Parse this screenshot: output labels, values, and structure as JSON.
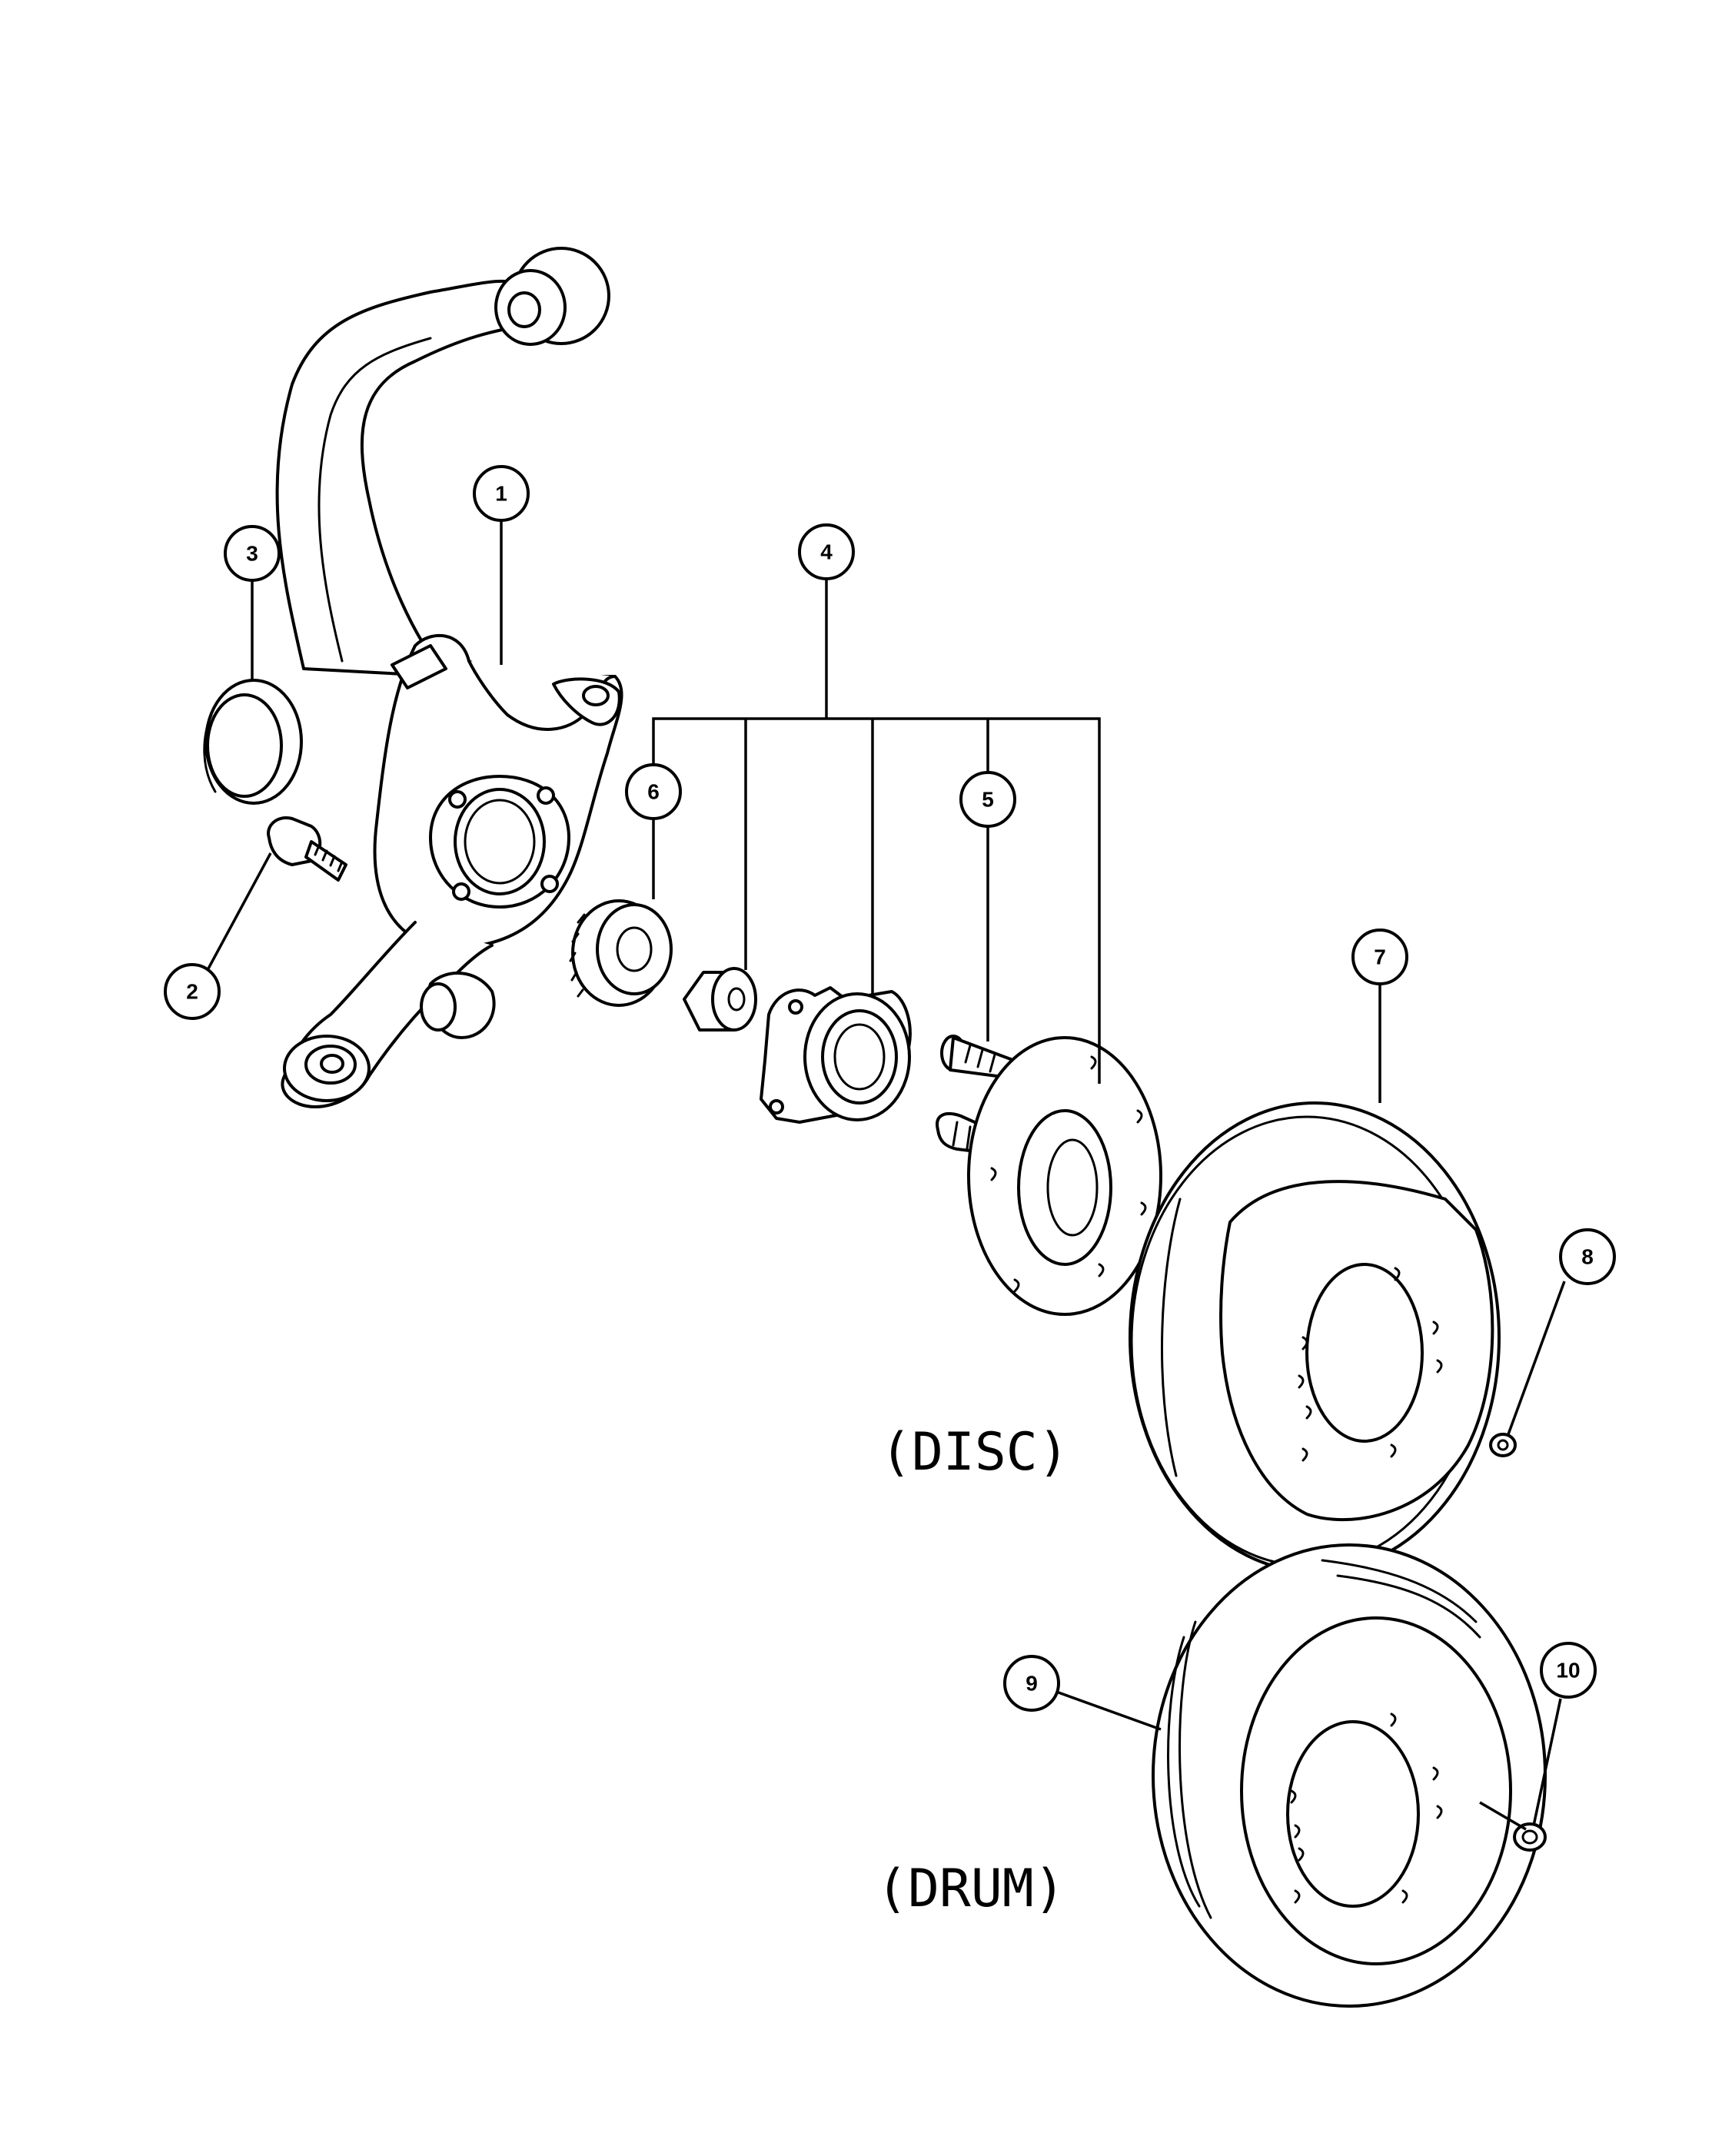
{
  "callouts": [
    {
      "id": "callout-1",
      "label": "1"
    },
    {
      "id": "callout-2",
      "label": "2"
    },
    {
      "id": "callout-3",
      "label": "3"
    },
    {
      "id": "callout-4",
      "label": "4"
    },
    {
      "id": "callout-5",
      "label": "5"
    },
    {
      "id": "callout-6",
      "label": "6"
    },
    {
      "id": "callout-7",
      "label": "7"
    },
    {
      "id": "callout-8",
      "label": "8"
    },
    {
      "id": "callout-9",
      "label": "9"
    },
    {
      "id": "callout-10",
      "label": "10"
    }
  ],
  "captions": {
    "disc": "(DISC)",
    "drum": "(DRUM)"
  }
}
